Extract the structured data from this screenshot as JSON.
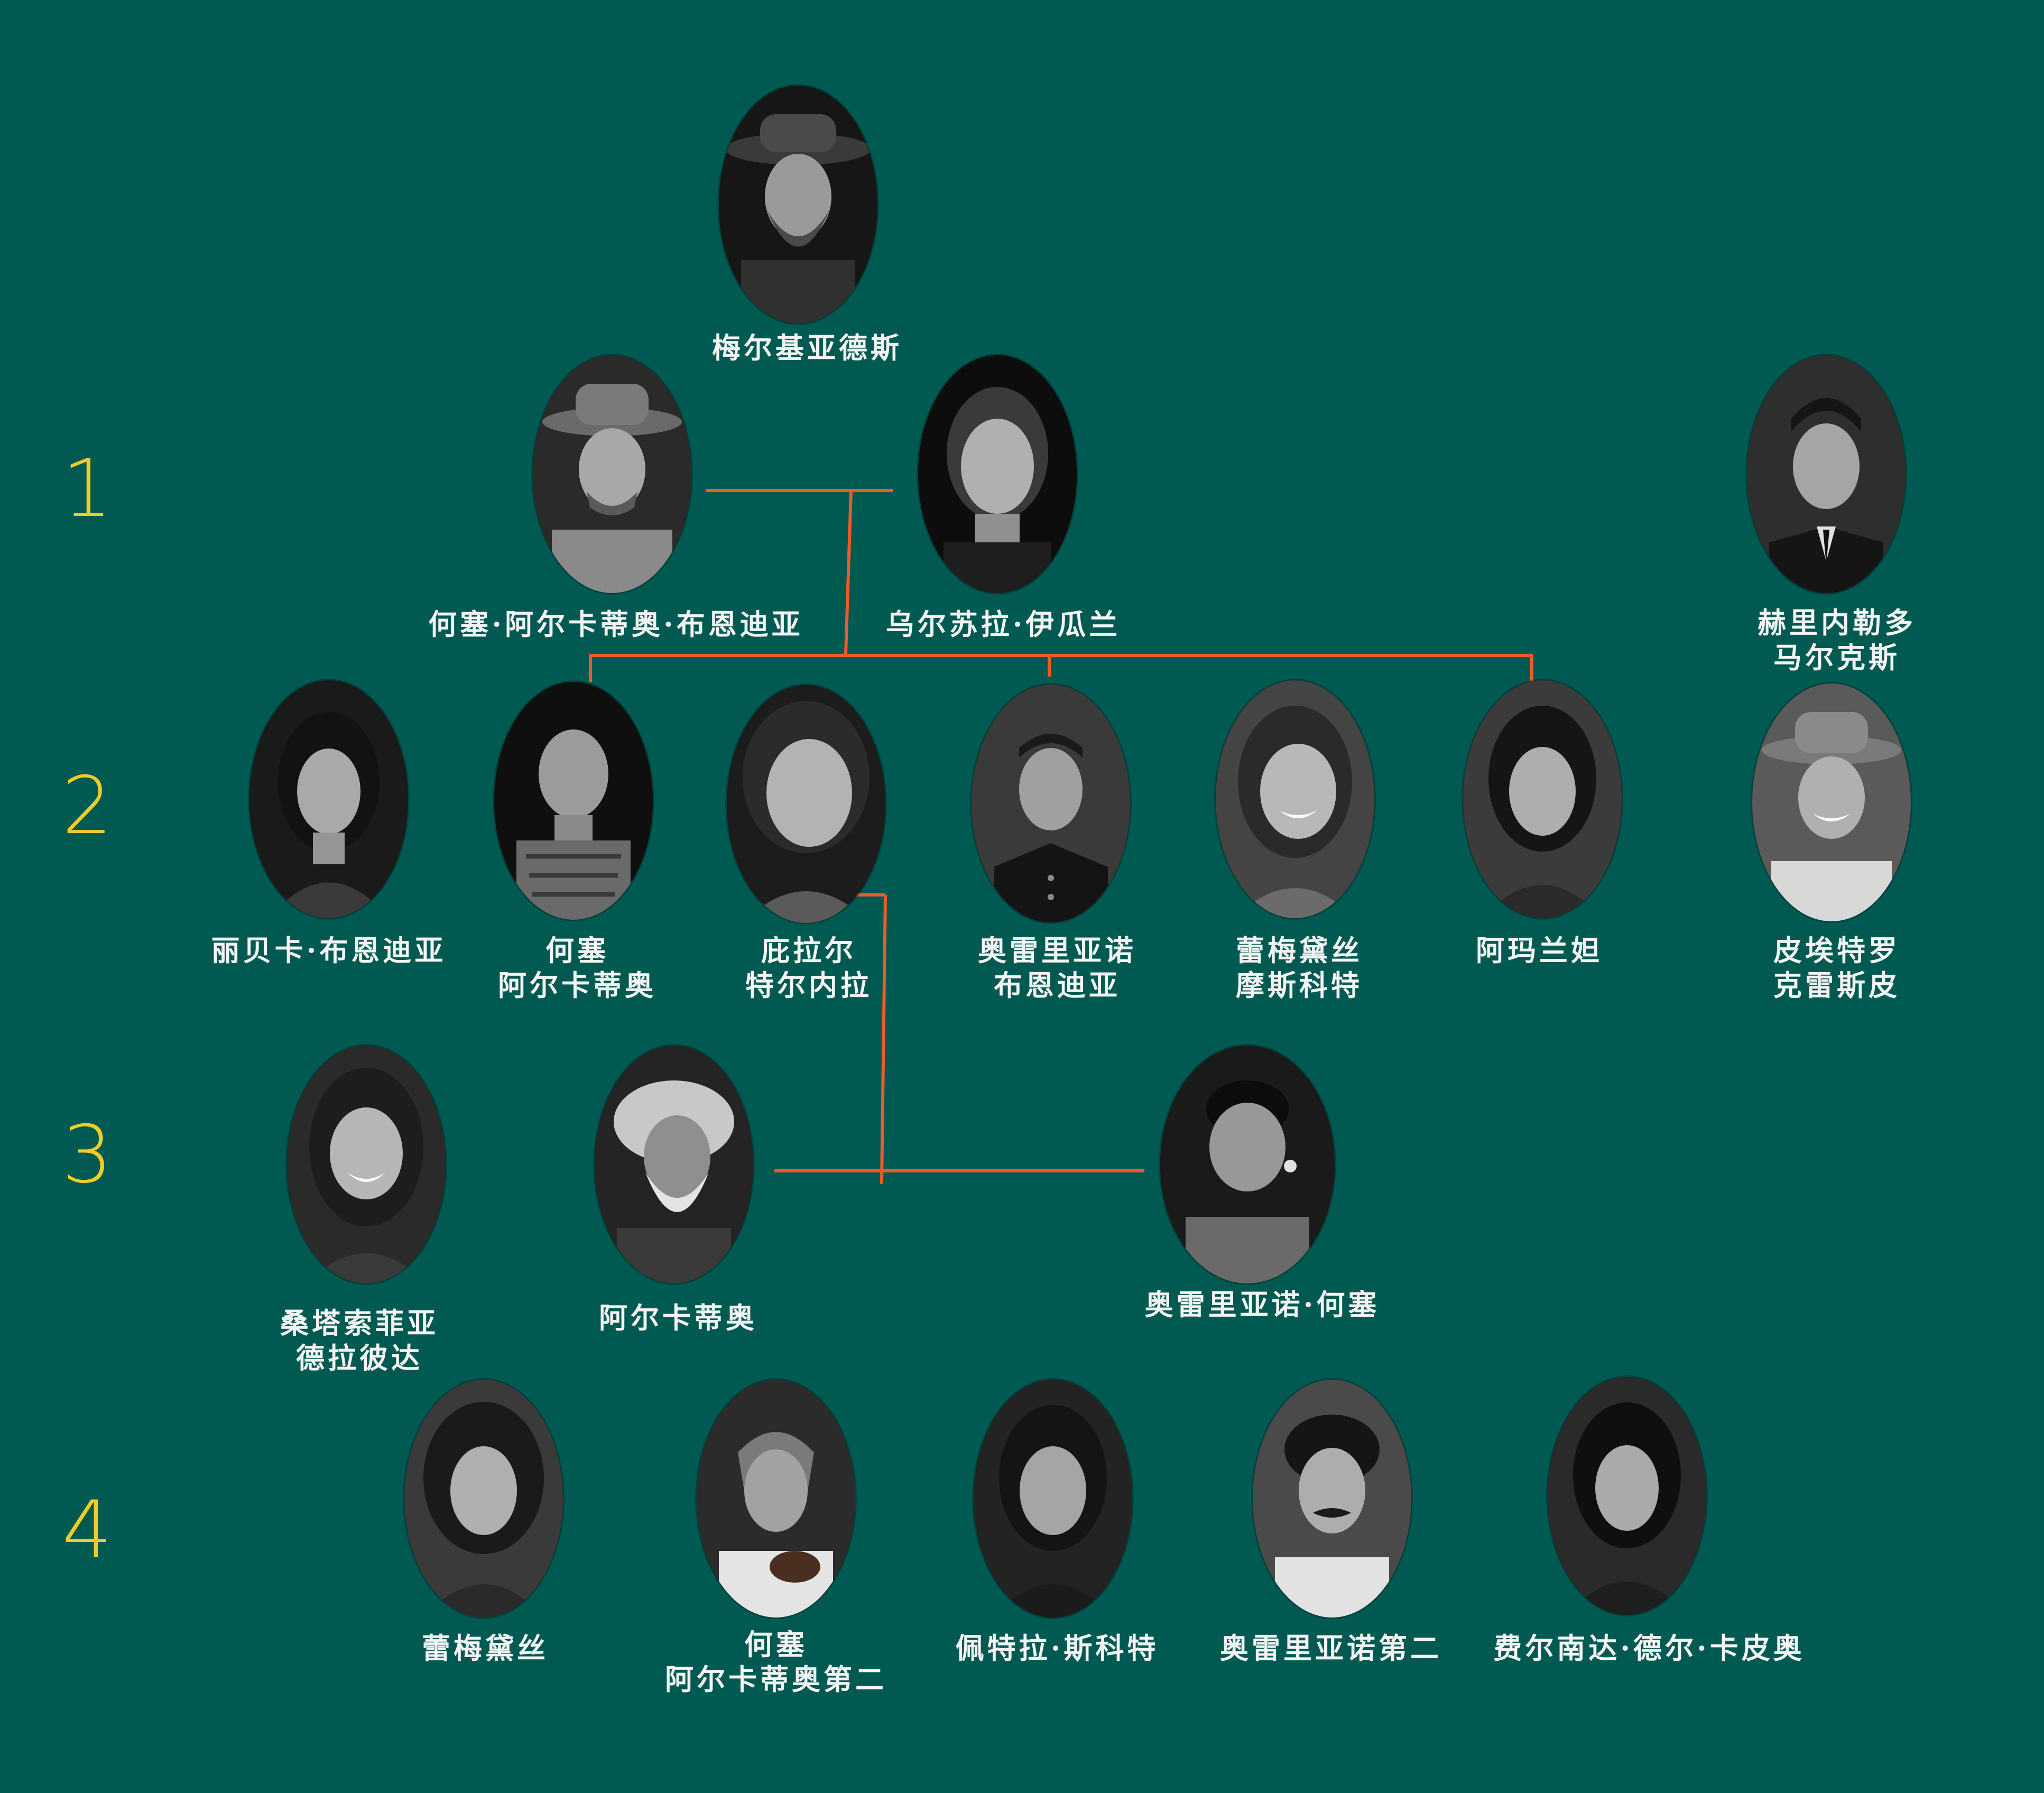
{
  "generation_labels": [
    "1",
    "2",
    "3",
    "4"
  ],
  "line_color": "#ee5a2a",
  "people": {
    "melquiades": {
      "name_lines": [
        "梅尔基亚德斯"
      ],
      "icon": "portrait-man-hat-beard"
    },
    "jose_arcadio": {
      "name_lines": [
        "何塞·阿尔卡蒂奥·布恩迪亚"
      ],
      "icon": "portrait-man-hat"
    },
    "ursula": {
      "name_lines": [
        "乌尔苏拉·伊瓜兰"
      ],
      "icon": "portrait-older-woman"
    },
    "pietro": {
      "name_lines": [
        "赫里内勒多",
        "马尔克斯"
      ],
      "icon": "portrait-man-suit"
    },
    "rebeca": {
      "name_lines": [
        "丽贝卡·布恩迪亚"
      ],
      "icon": "portrait-young-woman"
    },
    "jose_arcadio_jr": {
      "name_lines": [
        "何塞",
        "阿尔卡蒂奥"
      ],
      "icon": "portrait-tattooed-man"
    },
    "pilar": {
      "name_lines": [
        "庇拉尔",
        "特尔内拉"
      ],
      "icon": "portrait-woman"
    },
    "aureliano": {
      "name_lines": [
        "奥雷里亚诺",
        "布恩迪亚"
      ],
      "icon": "portrait-man-uniform"
    },
    "remedios": {
      "name_lines": [
        "蕾梅黛丝",
        "摩斯科特"
      ],
      "icon": "portrait-smiling-girl"
    },
    "amaranta": {
      "name_lines": [
        "阿玛兰妲"
      ],
      "icon": "portrait-young-woman"
    },
    "pietro_crespi": {
      "name_lines": [
        "皮埃特罗",
        "克雷斯皮"
      ],
      "icon": "portrait-smiling-man-hat"
    },
    "santa_sofia": {
      "name_lines": [
        "桑塔索菲亚",
        "德拉彼达"
      ],
      "icon": "portrait-smiling-woman"
    },
    "arcadio": {
      "name_lines": [
        "阿尔卡蒂奥"
      ],
      "icon": "portrait-old-man-beard"
    },
    "aureliano_jose": {
      "name_lines": [
        "奥雷里亚诺·何塞"
      ],
      "icon": "portrait-native-man"
    },
    "remedios_beauty": {
      "name_lines": [
        "蕾梅黛丝"
      ],
      "icon": "portrait-curly-girl"
    },
    "jose_arcadio_ii": {
      "name_lines": [
        "何塞",
        "阿尔卡蒂奥第二"
      ],
      "icon": "portrait-violinist"
    },
    "petra": {
      "name_lines": [
        "佩特拉·斯科特"
      ],
      "icon": "portrait-young-woman"
    },
    "aureliano_ii": {
      "name_lines": [
        "奥雷里亚诺第二"
      ],
      "icon": "portrait-man-mustache"
    },
    "fernanda": {
      "name_lines": [
        "费尔南达·德尔·卡皮奥"
      ],
      "icon": "portrait-young-woman"
    }
  }
}
